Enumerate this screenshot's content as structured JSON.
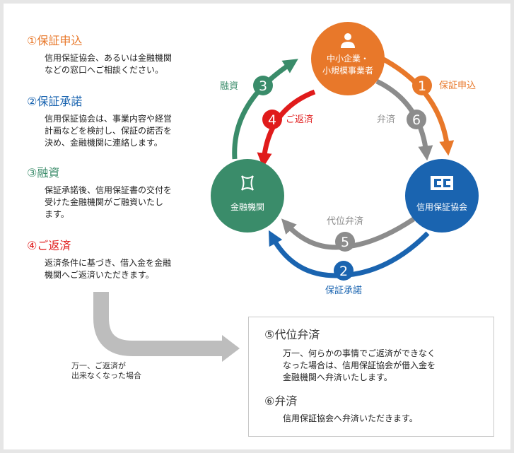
{
  "steps": [
    {
      "title": "①保証申込",
      "desc": [
        "信用保証協会、あるいは金融機関",
        "などの窓口へご相談ください。"
      ],
      "color": "#e8782a"
    },
    {
      "title": "②保証承諾",
      "desc": [
        "信用保証協会は、事業内容や経営",
        "計画などを検討し、保証の諾否を",
        "決め、金融機関に連絡します。"
      ],
      "color": "#1a64b0"
    },
    {
      "title": "③融資",
      "desc": [
        "保証承諾後、信用保証書の交付を",
        "受けた金融機関がご融資いたし",
        "ます。"
      ],
      "color": "#3a8c6a"
    },
    {
      "title": "④ご返済",
      "desc": [
        "返済条件に基づき、借入金を金融",
        "機関へご返済いただきます。"
      ],
      "color": "#e01b1b"
    }
  ],
  "caption": [
    "万一、ご返済が",
    "出来なくなった場合"
  ],
  "box": {
    "item5": {
      "title": "⑤代位弁済",
      "desc": [
        "万一、何らかの事情でご返済ができなく",
        "なった場合は、信用保証協会が借入金を",
        "金融機関へ弁済いたします。"
      ]
    },
    "item6": {
      "title": "⑥弁済",
      "desc": [
        "信用保証協会へ弁済いただきます。"
      ]
    }
  },
  "cycle": {
    "nodes": {
      "sme": [
        "中小企業・",
        "小規模事業者"
      ],
      "bank": "金融機関",
      "guarantee": "信用保証協会"
    },
    "arrows": {
      "n1": {
        "num": "1",
        "label": "保証申込"
      },
      "n2": {
        "num": "2",
        "label": "保証承諾"
      },
      "n3": {
        "num": "3",
        "label": "融資"
      },
      "n4": {
        "num": "4",
        "label": "ご返済"
      },
      "n5": {
        "num": "5",
        "label": "代位弁済"
      },
      "n6": {
        "num": "6",
        "label": "弁済"
      }
    }
  },
  "colors": {
    "orange": "#e8782a",
    "blue": "#1a64b0",
    "green": "#3a8c6a",
    "red": "#e01b1b",
    "gray": "#8c8c8c",
    "light_gray": "#bdbdbd"
  },
  "icons": [
    "person-icon",
    "coin-icon",
    "guarantee-logo-icon"
  ]
}
